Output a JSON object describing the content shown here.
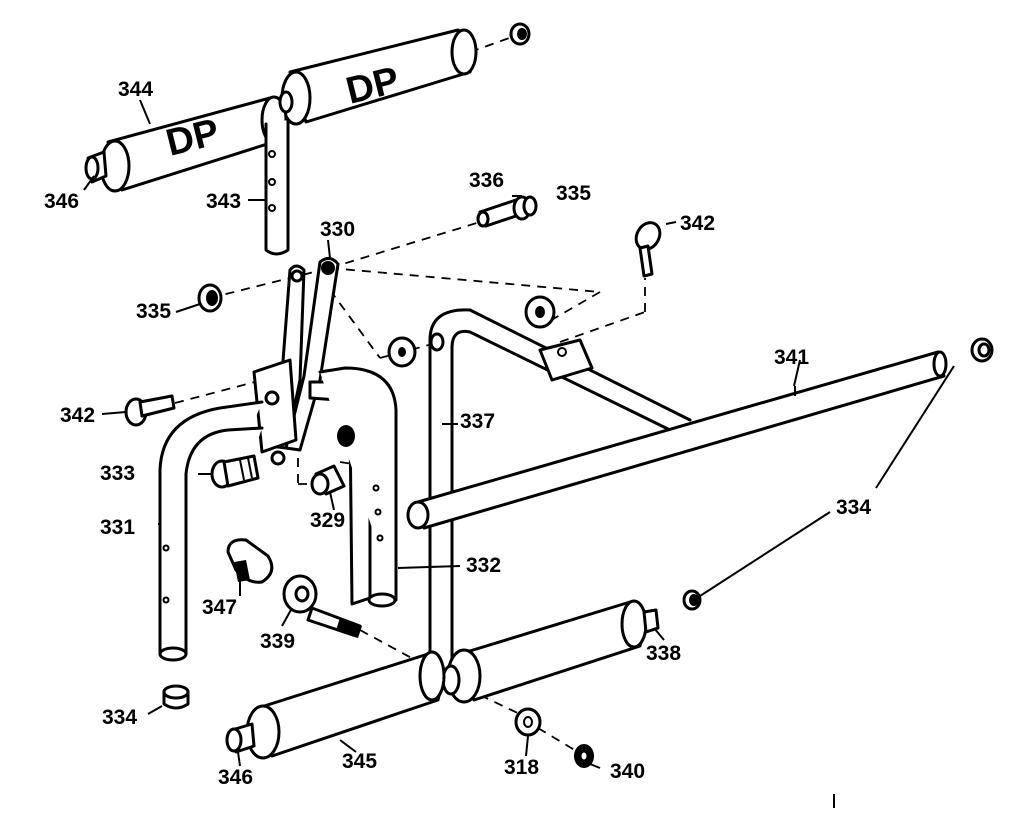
{
  "diagram": {
    "brand_text": "DP",
    "part_numbers": {
      "p318": "318",
      "p329": "329",
      "p330": "330",
      "p331": "331",
      "p332": "332",
      "p333": "333",
      "p334": "334",
      "p335": "335",
      "p336": "336",
      "p337": "337",
      "p338": "338",
      "p339": "339",
      "p340": "340",
      "p341": "341",
      "p342": "342",
      "p343": "343",
      "p344": "344",
      "p345": "345",
      "p346": "346",
      "p347": "347"
    }
  }
}
